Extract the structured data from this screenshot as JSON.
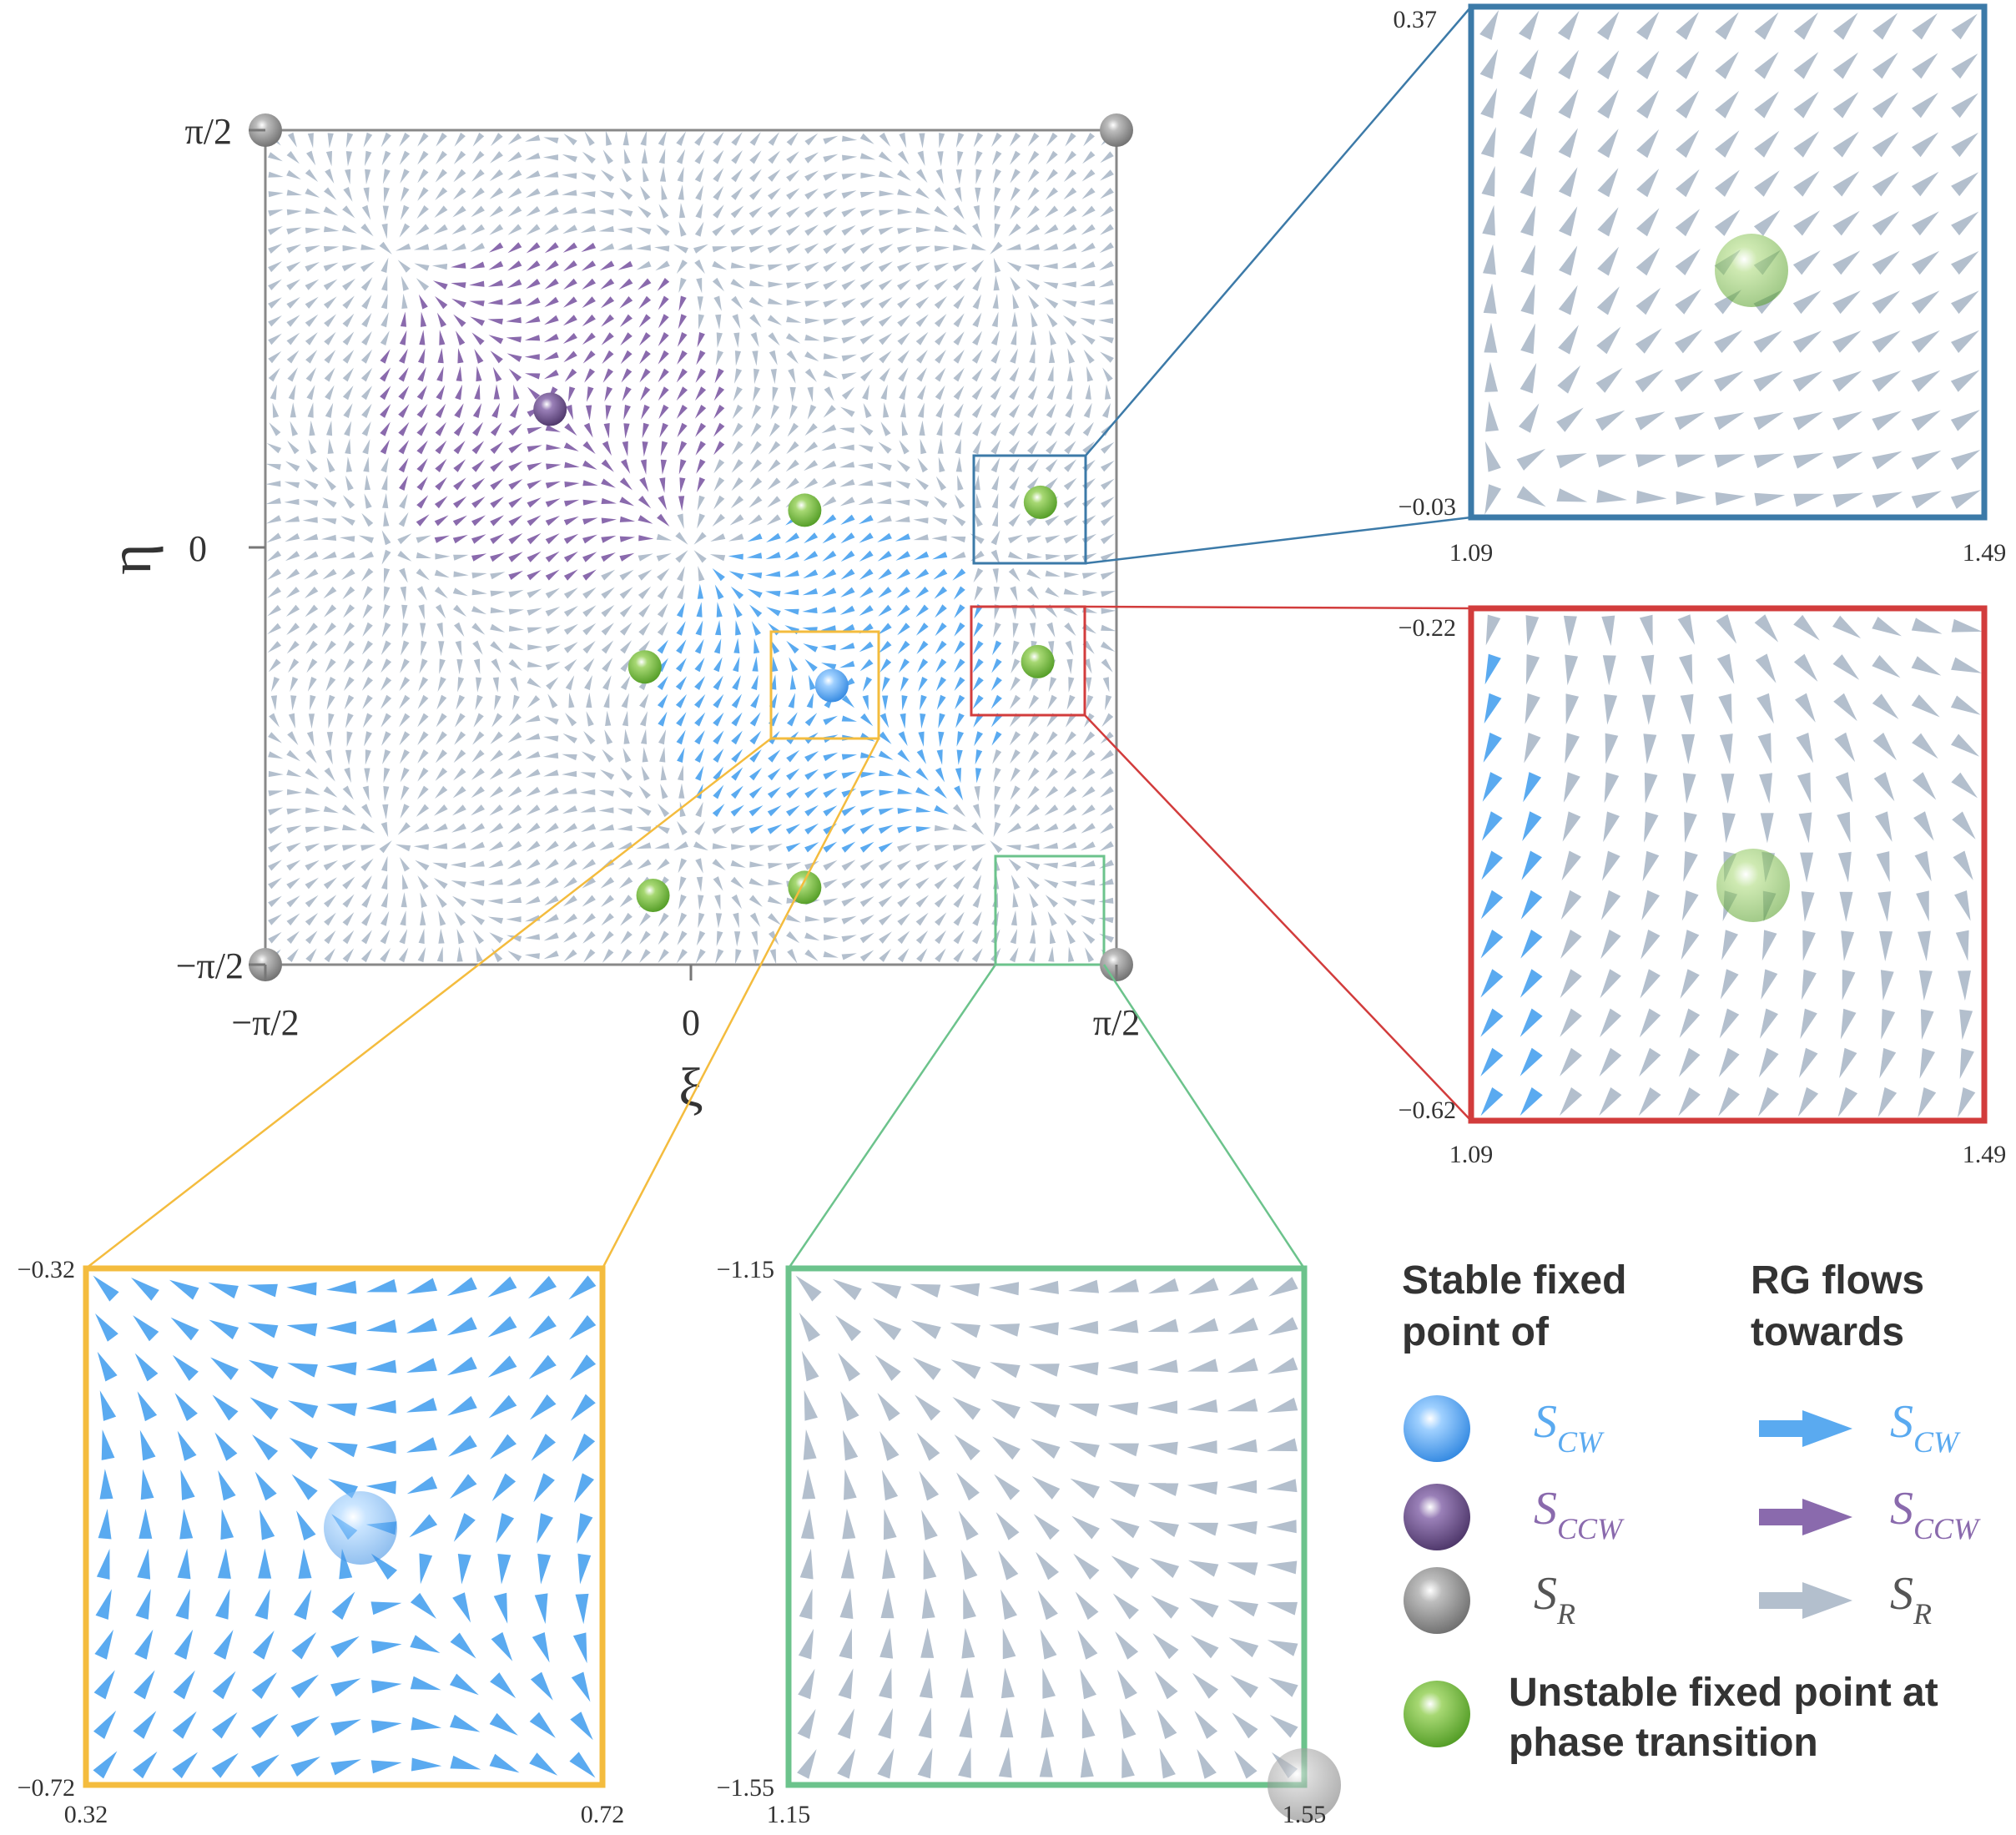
{
  "colors": {
    "cw": "#5aaaf0",
    "ccw": "#8a6aad",
    "r": "#b3bfcd",
    "unstable": "#7cc04a",
    "frame_blue": "#3c7aa8",
    "frame_red": "#d23c3c",
    "frame_yellow": "#f4bc3e",
    "frame_green": "#6cc38c",
    "axis": "#777777"
  },
  "icons": {
    "arrow": "flow-arrow-icon",
    "sphere": "fixed-point-sphere-icon"
  },
  "main": {
    "xlabel": "ξ",
    "ylabel": "η",
    "xticks": [
      "−π/2",
      "0",
      "π/2"
    ],
    "yticks": [
      "π/2",
      "0",
      "−π/2"
    ],
    "range": [
      -1.5708,
      1.5708
    ],
    "stable_points": [
      {
        "type": "cw",
        "x": 0.52,
        "y": -0.52
      },
      {
        "type": "ccw",
        "x": -0.52,
        "y": 0.52
      },
      {
        "type": "r",
        "x": -1.5708,
        "y": 1.5708
      },
      {
        "type": "r",
        "x": 1.5708,
        "y": 1.5708
      },
      {
        "type": "r",
        "x": -1.5708,
        "y": -1.5708
      },
      {
        "type": "r",
        "x": 1.5708,
        "y": -1.5708
      }
    ],
    "unstable_points": [
      {
        "x": 0.42,
        "y": 0.14
      },
      {
        "x": 1.29,
        "y": 0.17
      },
      {
        "x": -0.17,
        "y": -0.45
      },
      {
        "x": 1.28,
        "y": -0.43
      },
      {
        "x": -0.14,
        "y": -1.31
      },
      {
        "x": 0.42,
        "y": -1.28
      }
    ]
  },
  "zooms": [
    {
      "id": "blue",
      "xmin": "1.09",
      "xmax": "1.49",
      "ymin": "−0.03",
      "ymax": "0.37"
    },
    {
      "id": "red",
      "xmin": "1.09",
      "xmax": "1.49",
      "ymin": "−0.62",
      "ymax": "−0.22"
    },
    {
      "id": "yellow",
      "xmin": "0.32",
      "xmax": "0.72",
      "ymin": "−0.72",
      "ymax": "−0.32"
    },
    {
      "id": "green",
      "xmin": "1.15",
      "xmax": "1.55",
      "ymin": "−1.55",
      "ymax": "−1.15"
    }
  ],
  "legend": {
    "stable_heading": [
      "Stable fixed",
      "point of"
    ],
    "flow_heading": [
      "RG flows",
      "towards"
    ],
    "entries": [
      {
        "type": "cw",
        "symbol": "S",
        "sub": "CW"
      },
      {
        "type": "ccw",
        "symbol": "S",
        "sub": "CCW"
      },
      {
        "type": "r",
        "symbol": "S",
        "sub": "R"
      }
    ],
    "unstable_label": [
      "Unstable fixed point at",
      "phase transition"
    ]
  }
}
